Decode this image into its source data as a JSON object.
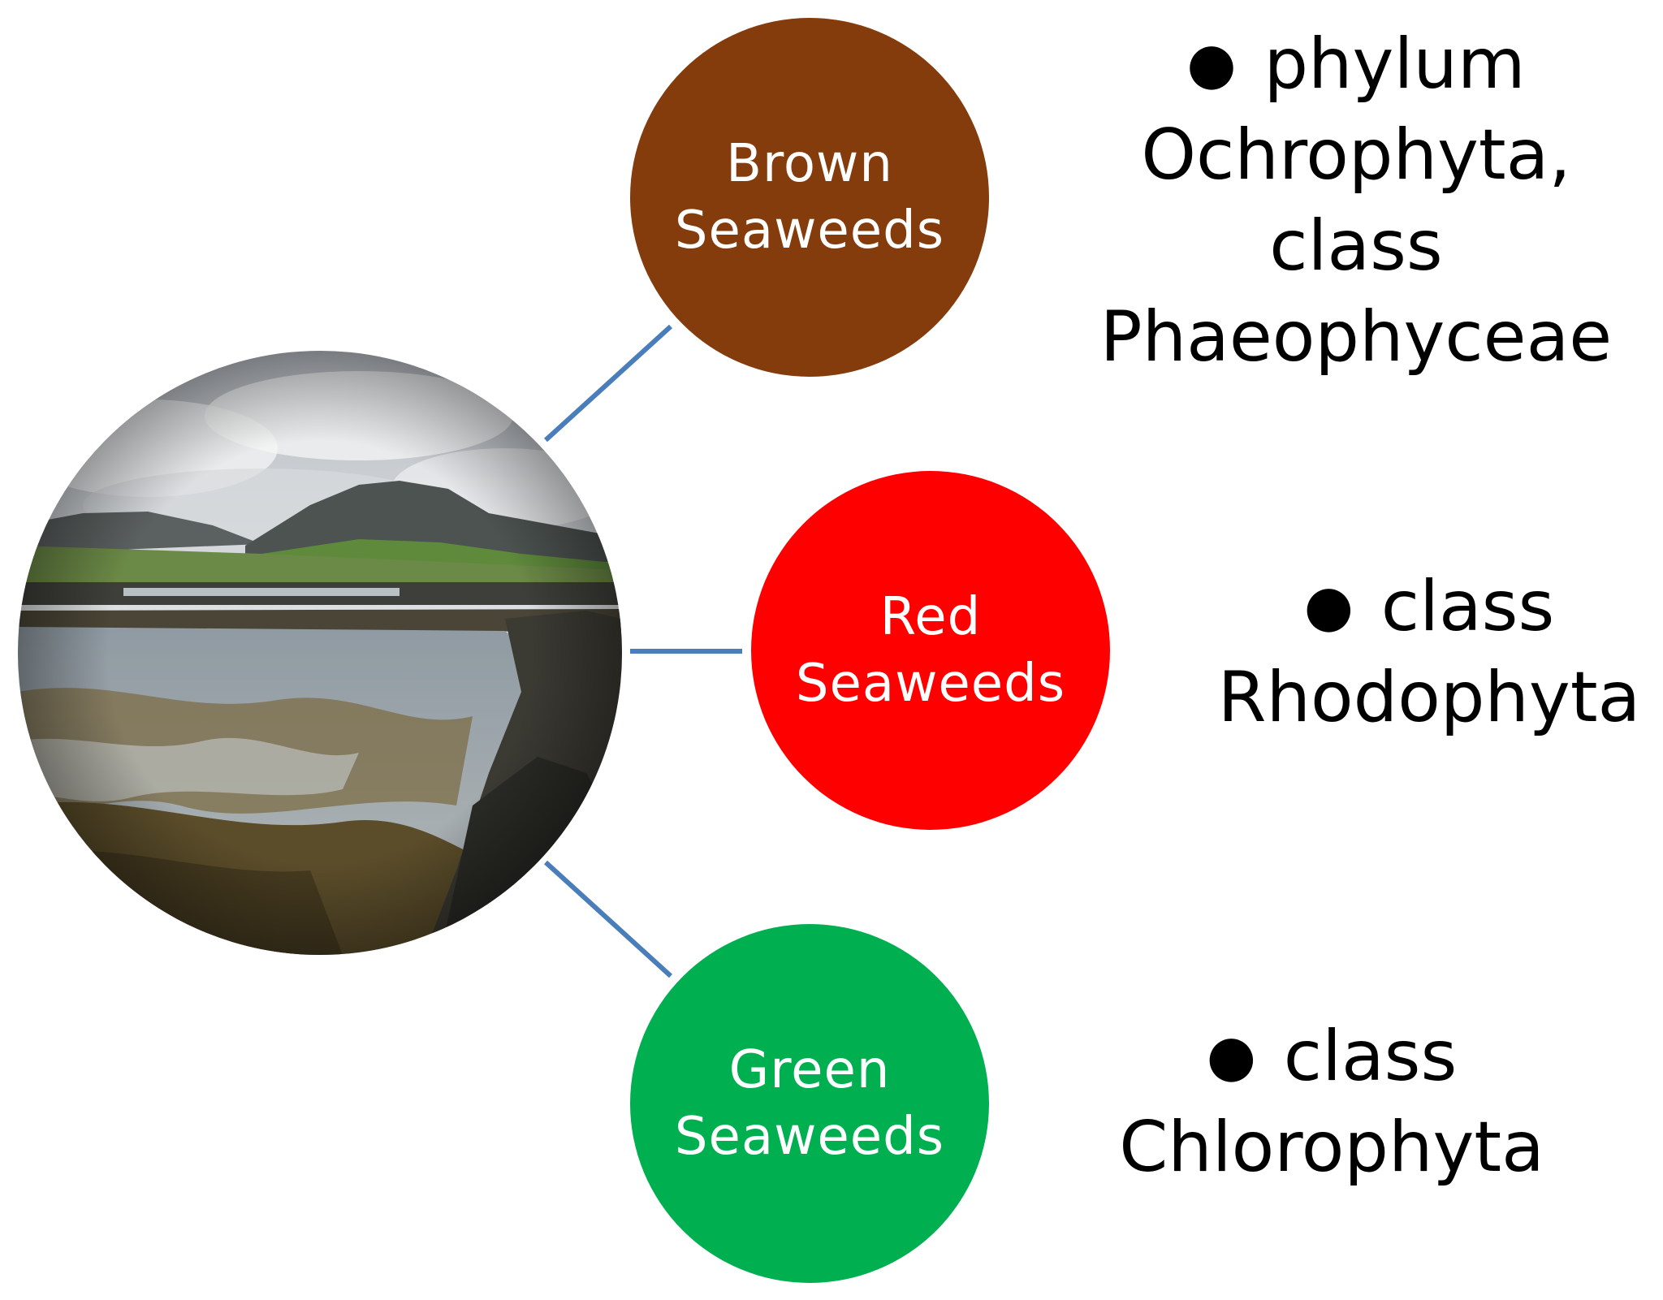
{
  "colors": {
    "brown": "#843C0C",
    "red": "#FF0000",
    "green": "#00B050",
    "connector": "#4A7EBB"
  },
  "center_image": {
    "icon": "coastal-seaweed-photo"
  },
  "nodes": [
    {
      "id": "brown",
      "line1": "Brown",
      "line2": "Seaweeds",
      "desc": [
        "phylum",
        "Ochrophyta,",
        "class",
        "Phaeophyceae"
      ]
    },
    {
      "id": "red",
      "line1": "Red",
      "line2": "Seaweeds",
      "desc": [
        "class",
        "Rhodophyta"
      ]
    },
    {
      "id": "green",
      "line1": "Green",
      "line2": "Seaweeds",
      "desc": [
        "class",
        "Chlorophyta"
      ]
    }
  ]
}
